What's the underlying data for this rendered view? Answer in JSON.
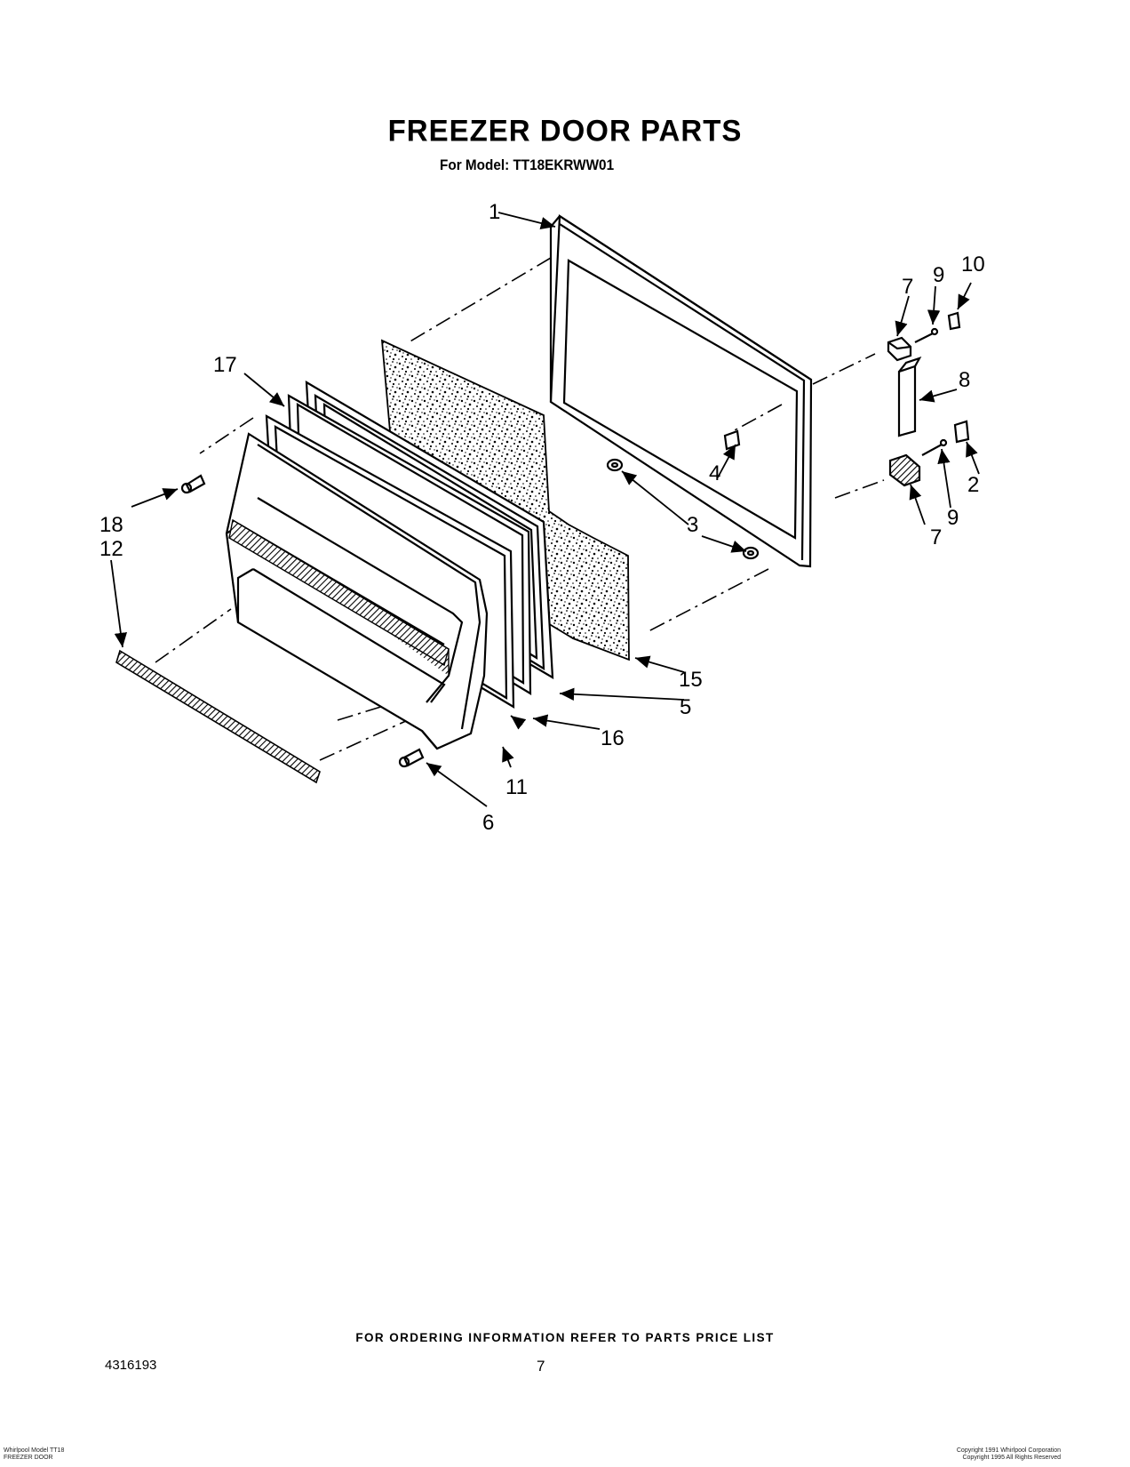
{
  "title": "FREEZER DOOR PARTS",
  "subtitle": "For Model: TT18EKRWW01",
  "callouts": {
    "c1": "1",
    "c2": "2",
    "c3a": "3",
    "c3b": "3",
    "c4": "4",
    "c5": "5",
    "c6": "6",
    "c7a": "7",
    "c7b": "7",
    "c8": "8",
    "c9a": "9",
    "c9b": "9",
    "c10": "10",
    "c11": "11",
    "c12": "12",
    "c15": "15",
    "c16": "16",
    "c17": "17",
    "c18": "18"
  },
  "footer": {
    "ordering_note": "FOR ORDERING INFORMATION REFER TO PARTS PRICE LIST",
    "document_number": "4316193",
    "page_number": "7",
    "fine_left_line1": "Whirlpool Model TT18",
    "fine_left_line2": "FREEZER DOOR",
    "fine_right_line1": "Copyright 1991 Whirlpool Corporation",
    "fine_right_line2": "Copyright 1995 All Rights Reserved"
  }
}
